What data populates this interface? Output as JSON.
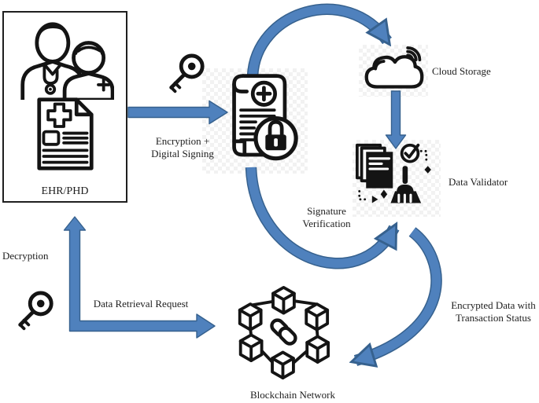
{
  "colors": {
    "arrow_fill": "#4F81BD",
    "arrow_edge": "#36618E",
    "ink": "#141414",
    "text": "#1E1E1E",
    "box_border": "#1F1F1F",
    "checker": "#ECECEC"
  },
  "nodes": {
    "ehr": {
      "label": "EHR/PHD"
    },
    "cloud_storage": {
      "label": "Cloud Storage"
    },
    "data_validator": {
      "label": "Data Validator"
    },
    "blockchain": {
      "label": "Blockchain Network"
    }
  },
  "flows": {
    "encryption_signing": {
      "line1": "Encryption +",
      "line2": "Digital Signing"
    },
    "signature_verification": {
      "line1": "Signature",
      "line2": "Verification"
    },
    "decryption": {
      "label": "Decryption"
    },
    "data_retrieval": {
      "label": "Data Retrieval Request"
    },
    "encrypted_status": {
      "line1": "Encrypted Data with",
      "line2": "Transaction Status"
    }
  },
  "icons": {
    "ehr_actors": "doctor-and-patient",
    "ehr_record": "medical-record-document",
    "encryption_key": "key",
    "decryption_key": "key",
    "signed_document": "scroll-with-medical-cross-and-padlock",
    "cloud": "cloud-with-wireless-signal",
    "validator": "documents-with-checkmark-and-broom",
    "blockchain": "cubes-network-with-chain-link"
  }
}
